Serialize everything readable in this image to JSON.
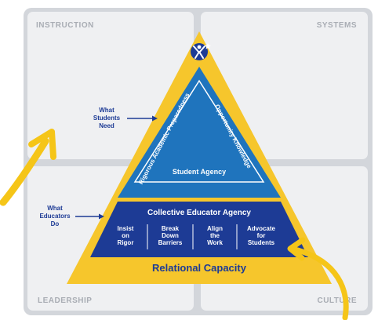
{
  "quadrants": {
    "top_left": "INSTRUCTION",
    "top_right": "SYSTEMS",
    "bottom_left": "LEADERSHIP",
    "bottom_right": "CULTURE"
  },
  "callouts": {
    "students_need": [
      "What",
      "Students",
      "Need"
    ],
    "educators_do": [
      "What",
      "Educators",
      "Do"
    ]
  },
  "triangle": {
    "left_edge_label": "Rigorous Academic Preparedness",
    "right_edge_label": "Opportunity Knowledge",
    "inner_label": "Student Agency"
  },
  "band": {
    "title": "Collective Educator Agency",
    "items": [
      [
        "Insist",
        "on",
        "Rigor"
      ],
      [
        "Break",
        "Down",
        "Barriers"
      ],
      [
        "Align",
        "the",
        "Work"
      ],
      [
        "Advocate",
        "for",
        "Students"
      ]
    ]
  },
  "base_label": "Relational Capacity",
  "colors": {
    "frame": "#d3d6db",
    "panel": "#eff0f2",
    "quadrant_text": "#a9adb4",
    "yellow": "#f6c62c",
    "blue_mid": "#1f74bd",
    "blue_dark": "#1d3b95",
    "callout_text": "#1d3b95"
  },
  "icons": {
    "logo": "person-star-logo-icon"
  }
}
